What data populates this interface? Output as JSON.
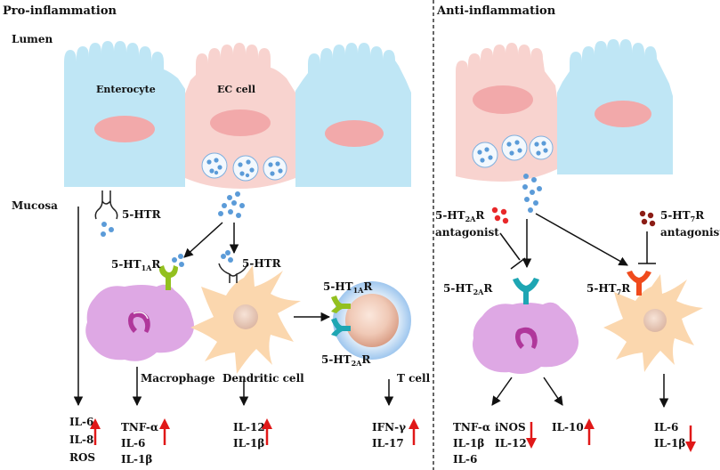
{
  "headers": {
    "pro": "Pro-inflammation",
    "anti": "Anti-inflammation"
  },
  "regions": {
    "lumen": "Lumen",
    "mucosa": "Mucosa"
  },
  "cells": {
    "enterocyte": "Enterocyte",
    "ec_cell": "EC cell",
    "macrophage": "Macrophage",
    "dendritic_cell": "Dendritic cell",
    "t_cell": "T cell"
  },
  "receptors": {
    "htr": "5-HTR",
    "htr_dc": "5-HTR",
    "ht1a_mac": {
      "base": "5-HT",
      "sub": "1A",
      "tail": "R"
    },
    "ht1a_t": {
      "base": "5-HT",
      "sub": "1A",
      "tail": "R"
    },
    "ht2a_t": {
      "base": "5-HT",
      "sub": "2A",
      "tail": "R"
    },
    "ht2a_anti": {
      "base": "5-HT",
      "sub": "2A",
      "tail": "R"
    },
    "ht7_anti": {
      "base": "5-HT",
      "sub": "7",
      "tail": "R"
    },
    "ht2a_antagonist": {
      "base": "5-HT",
      "sub": "2A",
      "tail": "R",
      "line2": "antagonist"
    },
    "ht7_antagonist": {
      "base": "5-HT",
      "sub": "7",
      "tail": "R",
      "line2": "antagonist"
    }
  },
  "outputs": {
    "enterocyte": [
      "IL-6",
      "IL-8",
      "ROS"
    ],
    "macrophage": [
      "TNF-α",
      "IL-6",
      "IL-1β"
    ],
    "dendritic": [
      "IL-12",
      "IL-1β"
    ],
    "tcell": [
      "IFN-γ",
      "IL-17"
    ],
    "anti_mac_left": [
      "TNF-α",
      "IL-1β",
      "IL-6"
    ],
    "anti_mac_mid": [
      "iNOS",
      "IL-12"
    ],
    "anti_mac_right": [
      "IL-10"
    ],
    "anti_dc": [
      "IL-6",
      "IL-1β"
    ]
  },
  "colors": {
    "enterocyte": "#bfe6f5",
    "ec_cell": "#f8d3cf",
    "nucleus": "#f2a9aa",
    "serotonin": "#5b9bd8",
    "macrophage": "#dea8e4",
    "dendritic": "#fbd7ae",
    "tcell_ring": "#bad6f2",
    "up_arrow": "#e01818",
    "down_arrow": "#e01818",
    "receptor_1a": "#93c01f",
    "receptor_2a": "#1ea6b3",
    "receptor_7": "#f04a1c",
    "antagonist_2a": "#e8282a",
    "antagonist_7": "#8b1c15"
  },
  "arrow_directions": {
    "enterocyte": "up",
    "macrophage": "up",
    "dendritic": "up",
    "tcell": "up",
    "anti_mac_mid": "down",
    "anti_mac_right": "up",
    "anti_dc": "down"
  }
}
